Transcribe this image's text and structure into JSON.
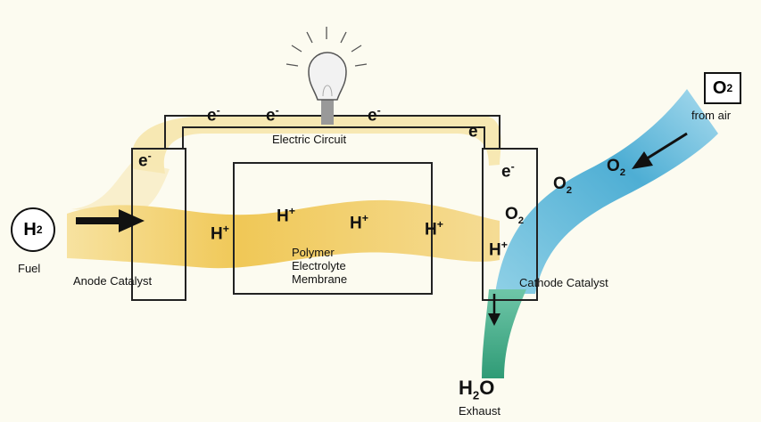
{
  "colors": {
    "background": "#fcfbf0",
    "hydrogen_band": "#f0c857",
    "oxygen_stream": "#6fbfdc",
    "water_stream": "#4fae8a",
    "bulb": "#eeeeee"
  },
  "labels": {
    "electric_circuit": "Electric Circuit",
    "membrane_line1": "Polymer",
    "membrane_line2": "Electrolyte",
    "membrane_line3": "Membrane",
    "anode_catalyst": "Anode Catalyst",
    "cathode_catalyst": "Cathode Catalyst",
    "fuel": "Fuel",
    "from_air": "from air",
    "exhaust": "Exhaust"
  },
  "species": {
    "h2": {
      "base": "H",
      "sub": "2"
    },
    "o2": {
      "base": "O",
      "sub": "2"
    },
    "h2o": {
      "base1": "H",
      "sub": "2",
      "base2": "O"
    },
    "electron": {
      "base": "e",
      "sup": "-"
    },
    "proton": {
      "base": "H",
      "sup": "+"
    }
  },
  "icons": [
    "light-bulb-icon",
    "arrow-right-icon",
    "arrow-down-icon",
    "arrow-left-down-icon"
  ]
}
